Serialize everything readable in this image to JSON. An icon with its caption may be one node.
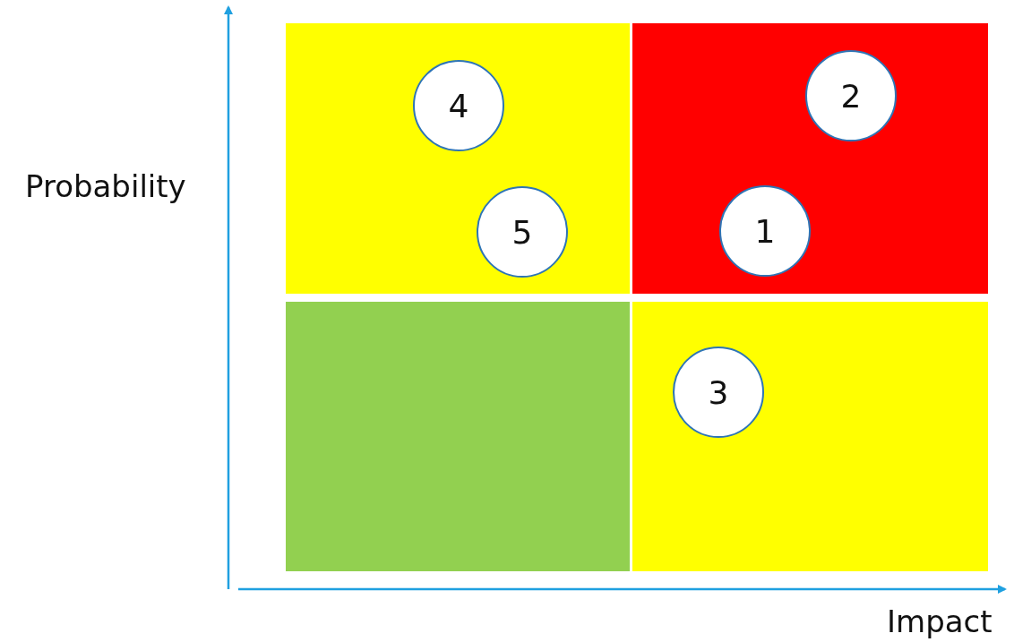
{
  "diagram": {
    "nodes": [
      {
        "text": [],
        "shape": "box"
      },
      {
        "text": [
          "4"
        ],
        "in": 0
      },
      {
        "text": [
          "5"
        ],
        "in": 0
      },
      {
        "text": [],
        "shape": "box"
      },
      {
        "text": [
          "2"
        ],
        "in": 3
      },
      {
        "text": [
          "1"
        ],
        "in": 3
      },
      {
        "text": [],
        "shape": "box"
      },
      {
        "text": [],
        "shape": "box"
      },
      {
        "text": [
          "3"
        ],
        "in": 7
      }
    ],
    "labels": [
      "Probability",
      "Impact"
    ]
  }
}
